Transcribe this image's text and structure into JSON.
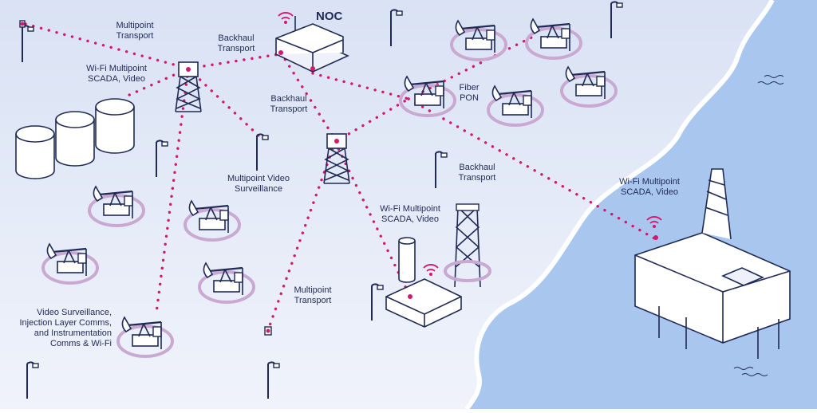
{
  "labels": {
    "noc": "NOC",
    "multipoint_transport_top": "Multipoint\nTransport",
    "wifi_left": "Wi-Fi Multipoint\nSCADA, Video",
    "backhaul_top": "Backhaul\nTransport",
    "backhaul_mid": "Backhaul\nTransport",
    "fiber_pon": "Fiber\nPON",
    "backhaul_right": "Backhaul\nTransport",
    "multipoint_video": "Multipoint Video\nSurveillance",
    "wifi_center": "Wi-Fi Multipoint\nSCADA, Video",
    "wifi_offshore": "Wi-Fi Multipoint\nSCADA, Video",
    "multipoint_transport_bottom": "Multipoint\nTransport",
    "video_injection": "Video Surveillance,\nInjection Layer Comms,\nand Instrumentation\nComms & Wi-Fi"
  },
  "icons": [
    "noc-building-icon",
    "radio-tower-icon",
    "storage-tank-icon",
    "pumpjack-icon",
    "light-pole-icon",
    "processing-facility-icon",
    "offshore-platform-icon",
    "wifi-icon"
  ],
  "colors": {
    "link": "#d6176d",
    "ink": "#1f2a55",
    "land_top": "#dce4f5",
    "land_bottom": "#eef1fa",
    "sea": "#a9c6ee",
    "ring": "#c7a8cf"
  }
}
